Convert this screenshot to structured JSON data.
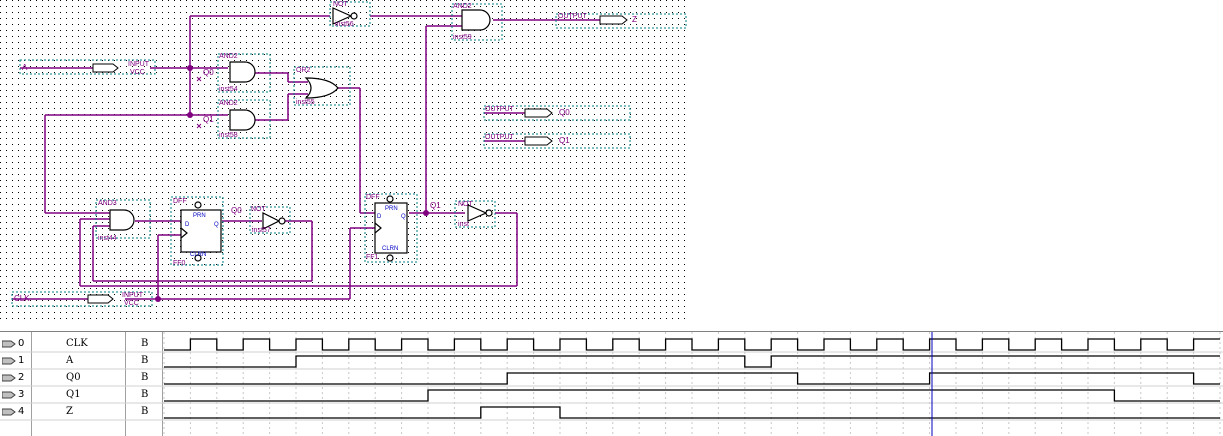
{
  "schematic": {
    "gates": {
      "not_top": {
        "type": "NOT",
        "inst": "inst56"
      },
      "and_out": {
        "type": "AND2",
        "inst": "inst59"
      },
      "and_q0": {
        "type": "AND2",
        "inst": "inst54"
      },
      "and_q1": {
        "type": "AND2",
        "inst": "inst58"
      },
      "or": {
        "type": "OR2",
        "inst": "inst55"
      },
      "and3": {
        "type": "AND3",
        "inst": "inst44"
      },
      "not_q0": {
        "type": "NOT",
        "inst": "inst57"
      },
      "not_q1": {
        "type": "NOT",
        "inst": "inst"
      }
    },
    "dffs": [
      {
        "type": "DFF",
        "inst": "FF0",
        "prn": "PRN",
        "clrn": "CLRN",
        "d": "D",
        "q": "Q"
      },
      {
        "type": "DFF",
        "inst": "FF1",
        "prn": "PRN",
        "clrn": "CLRN",
        "d": "D",
        "q": "Q"
      }
    ],
    "pins": {
      "input_a": {
        "name": "A",
        "kind": "INPUT",
        "vcc": "VCC"
      },
      "input_clk": {
        "name": "CLK",
        "kind": "INPUT",
        "vcc": "VCC"
      },
      "output_z": {
        "name": "Z",
        "kind": "OUTPUT"
      },
      "output_q0": {
        "name": "Q0",
        "kind": "OUTPUT"
      },
      "output_q1": {
        "name": "Q1",
        "kind": "OUTPUT"
      }
    },
    "net_labels": {
      "q0_a": "Q0",
      "q1_a": "Q1",
      "q0_b": "Q0",
      "q1_b": "Q1"
    }
  },
  "waveform": {
    "rows": [
      {
        "index": "0",
        "name": "CLK",
        "format": "B",
        "pin": "input",
        "levels": "0101010101010101010101010101010101010101"
      },
      {
        "index": "1",
        "name": "A",
        "format": "B",
        "pin": "input",
        "levels": "0000011111111111111111011111111111111111"
      },
      {
        "index": "2",
        "name": "Q0",
        "format": "B",
        "pin": "output",
        "levels": "0000000000000111111111110000011111111110"
      },
      {
        "index": "3",
        "name": "Q1",
        "format": "B",
        "pin": "output",
        "levels": "0000000000111111111111111111111111110000"
      },
      {
        "index": "4",
        "name": "Z",
        "format": "B",
        "pin": "output",
        "levels": "0000000000001110000000000000000000000000"
      }
    ],
    "cursor_color": "#0000c0"
  },
  "colors": {
    "wire": "#800080",
    "gate": "#000000",
    "label": "#800080",
    "text_blue": "#0000c0"
  }
}
